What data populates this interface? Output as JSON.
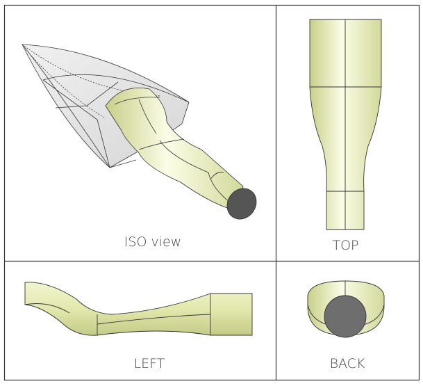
{
  "views": {
    "iso": {
      "label": "ISO view"
    },
    "top": {
      "label": "TOP"
    },
    "left": {
      "label": "LEFT"
    },
    "back": {
      "label": "BACK"
    }
  },
  "colors": {
    "part": "#e6ebb0",
    "shell": "#d8d8d8",
    "end_cap": "#555555",
    "border": "#333333"
  }
}
